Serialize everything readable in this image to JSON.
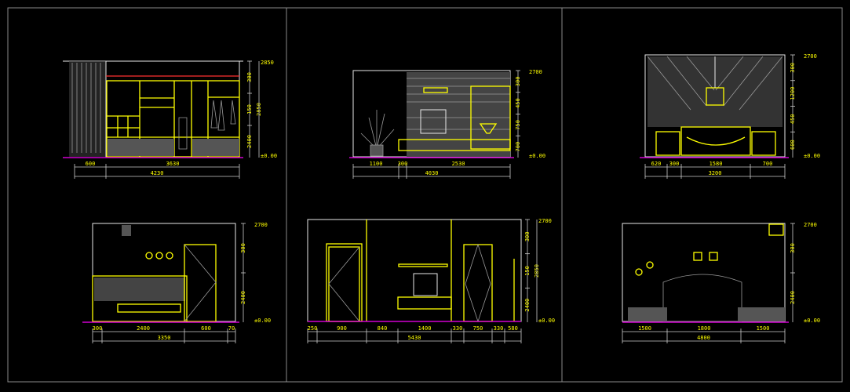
{
  "colors": {
    "background": "#000000",
    "frame": "#8a8a8a",
    "outline": "#ffff00",
    "wall": "#e8e8e8",
    "floor": "#d000d0",
    "annotation": "#9a9a9a"
  },
  "panels": [
    {
      "id": "elevation-1",
      "dims": [
        "600",
        "3630"
      ],
      "total": "4230",
      "vdims": [
        "300",
        "150",
        "2400"
      ],
      "vtotal": "2850",
      "levels": [
        "2850",
        "±0.00"
      ]
    },
    {
      "id": "elevation-2",
      "dims": [
        "1100",
        "300",
        "2530"
      ],
      "total": "4030",
      "vdims": [
        "300",
        "450",
        "750",
        "700"
      ],
      "levels": [
        "2700",
        "±0.00"
      ]
    },
    {
      "id": "elevation-3",
      "dims": [
        "620",
        "300",
        "1580",
        "700"
      ],
      "total": "3200",
      "vdims": [
        "300",
        "1200",
        "450",
        "600"
      ],
      "levels": [
        "2700",
        "±0.00"
      ]
    },
    {
      "id": "elevation-4",
      "dims": [
        "300",
        "2400",
        "600",
        "70"
      ],
      "total": "3350",
      "vdims": [
        "300",
        "2400"
      ],
      "levels": [
        "2700",
        "±0.00"
      ]
    },
    {
      "id": "elevation-5",
      "dims": [
        "250",
        "900",
        "840",
        "1400",
        "330",
        "750",
        "330",
        "580"
      ],
      "total": "5430",
      "vdims": [
        "300",
        "150",
        "2400"
      ],
      "vtotal": "2850",
      "levels": [
        "2700",
        "±0.00"
      ]
    },
    {
      "id": "elevation-6",
      "dims": [
        "1500",
        "1800",
        "1500"
      ],
      "total": "4800",
      "vdims": [
        "300",
        "2400"
      ],
      "levels": [
        "2700",
        "±0.00"
      ]
    }
  ]
}
